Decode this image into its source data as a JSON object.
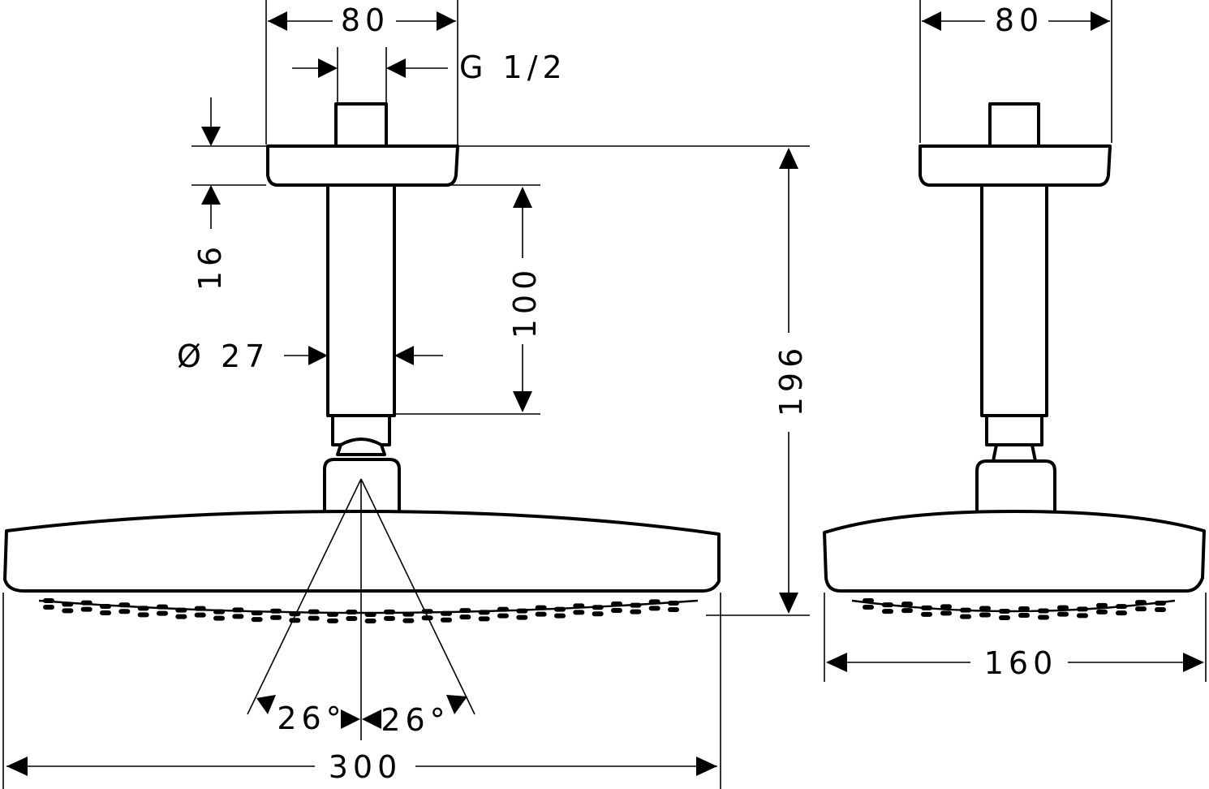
{
  "front_view": {
    "flange_width": "80",
    "thread": "G 1/2",
    "flange_thickness": "16",
    "arm_length": "100",
    "arm_diameter": "Ø 27",
    "total_height": "196",
    "spray_angle_left": "26°",
    "spray_angle_right": "26°",
    "head_width": "300"
  },
  "side_view": {
    "flange_width": "80",
    "head_depth": "160"
  }
}
